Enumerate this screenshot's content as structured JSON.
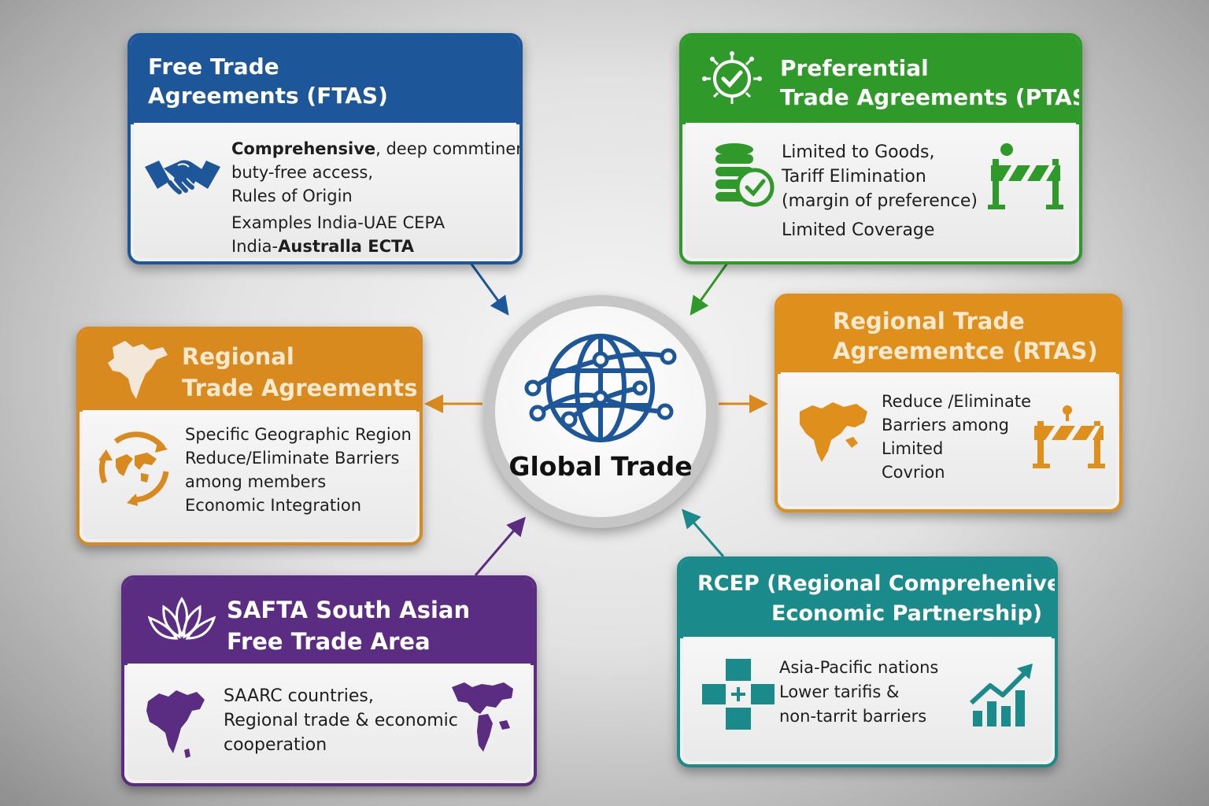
{
  "center": {
    "title": "Global Trade",
    "icon": "globe-network-icon"
  },
  "colors": {
    "fta": "#1d5799",
    "pta": "#2f9a2a",
    "rta_left": "#d98a1f",
    "rta_right": "#df8f1c",
    "safta": "#5a2d82",
    "rcep": "#1b8a8a"
  },
  "fta": {
    "title_line1": "Free Trade",
    "title_line2": "Agreements (FTAS)",
    "icon": "handshake-icon",
    "line1_bold": "Comprehensive",
    "line1_rest": ", deep commtinents.",
    "line2": "buty-free access,",
    "line3": "Rules of Origin",
    "line4": "Examples India-UAE CEPA",
    "line5_prefix": "India-",
    "line5_bold": "Australla ECTA"
  },
  "pta": {
    "title_line1": "Preferential",
    "title_line2": "Trade Agreements (PTAS)",
    "icons": [
      "target-check-icon",
      "coin-stack-check-icon",
      "barrier-person-icon"
    ],
    "lines": [
      "Limited to Goods,",
      "Tariff Elimination",
      "(margin of preference)",
      "Limited Coverage"
    ]
  },
  "rta_left": {
    "title_line1": "Regional",
    "title_line2": "Trade Agreements",
    "icons": [
      "india-map-icon",
      "world-cycle-icon"
    ],
    "lines": [
      "Specific Geographic Region",
      "Reduce/Eliminate Barriers",
      "among members",
      "Economic Integration"
    ]
  },
  "rta_right": {
    "title_line1": "Regional Trade",
    "title_line2": "Agreementce (RTAS)",
    "icons": [
      "region-map-icon",
      "barrier-icon"
    ],
    "lines": [
      "Reduce /Eliminate",
      "Barriers among",
      "Limited",
      "Covrion"
    ]
  },
  "safta": {
    "title_line1": "SAFTA South Asian",
    "title_line2": "Free Trade Area",
    "icons": [
      "lotus-icon",
      "south-asia-map-icon",
      "world-map-icon"
    ],
    "lines": [
      "SAARC countries,",
      "Regional trade & economic",
      "cooperation"
    ]
  },
  "rcep": {
    "title_line1": "RCEP (Regional Comprehenive",
    "title_line2": "Economic Partnership)",
    "icons": [
      "puzzle-cross-icon",
      "growth-chart-icon"
    ],
    "lines": [
      "Asia-Pacific nations",
      "Lower tarifis &",
      "non-tarrit barriers"
    ]
  }
}
